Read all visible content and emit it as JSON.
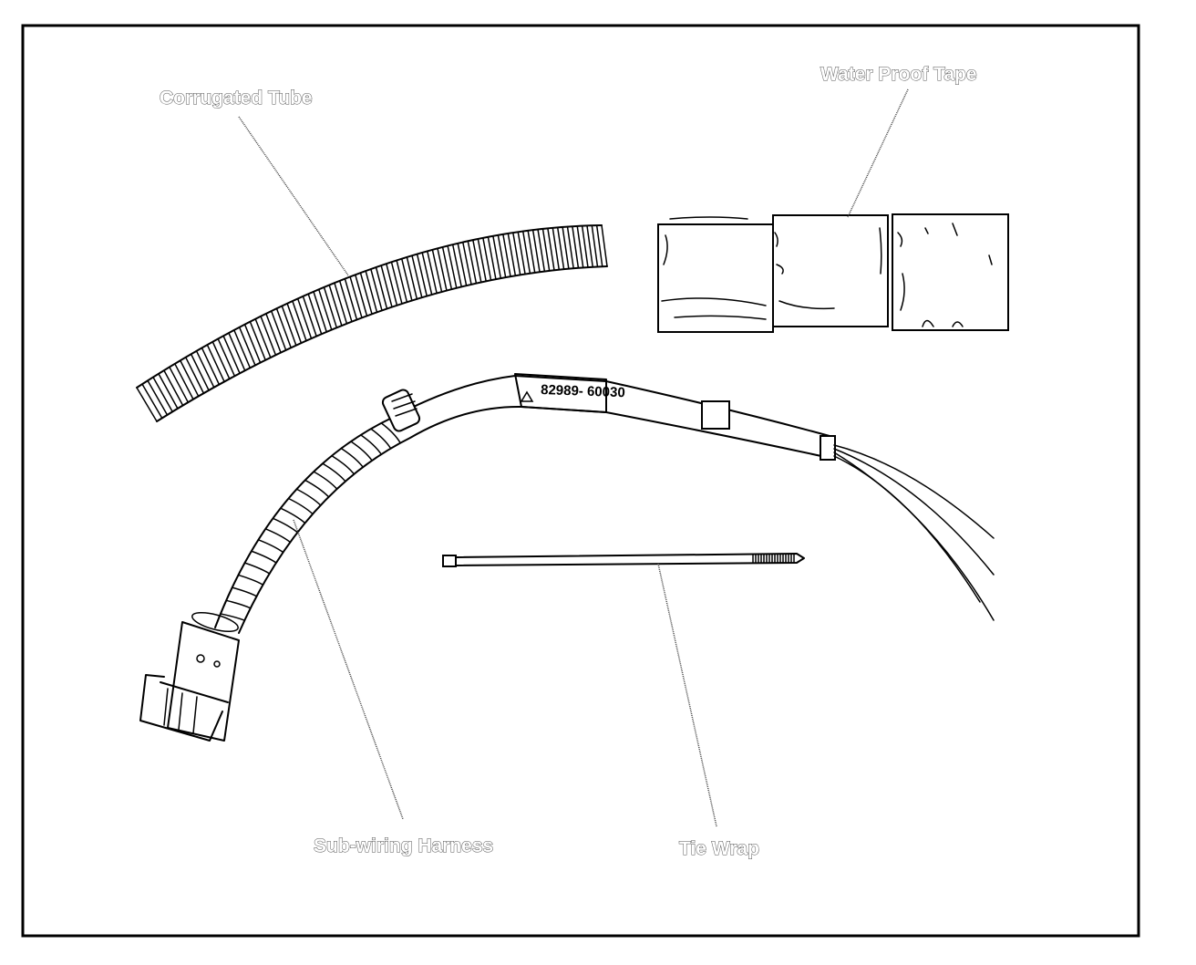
{
  "labels": {
    "corrugated_tube": "Corrugated Tube",
    "water_proof_tape": "Water Proof Tape",
    "sub_wiring_harness": "Sub-wiring Harness",
    "tie_wrap": "Tie Wrap"
  },
  "harness_part_number": "82989- 60030",
  "colors": {
    "ink": "#000000",
    "label_outline": "#555555"
  }
}
